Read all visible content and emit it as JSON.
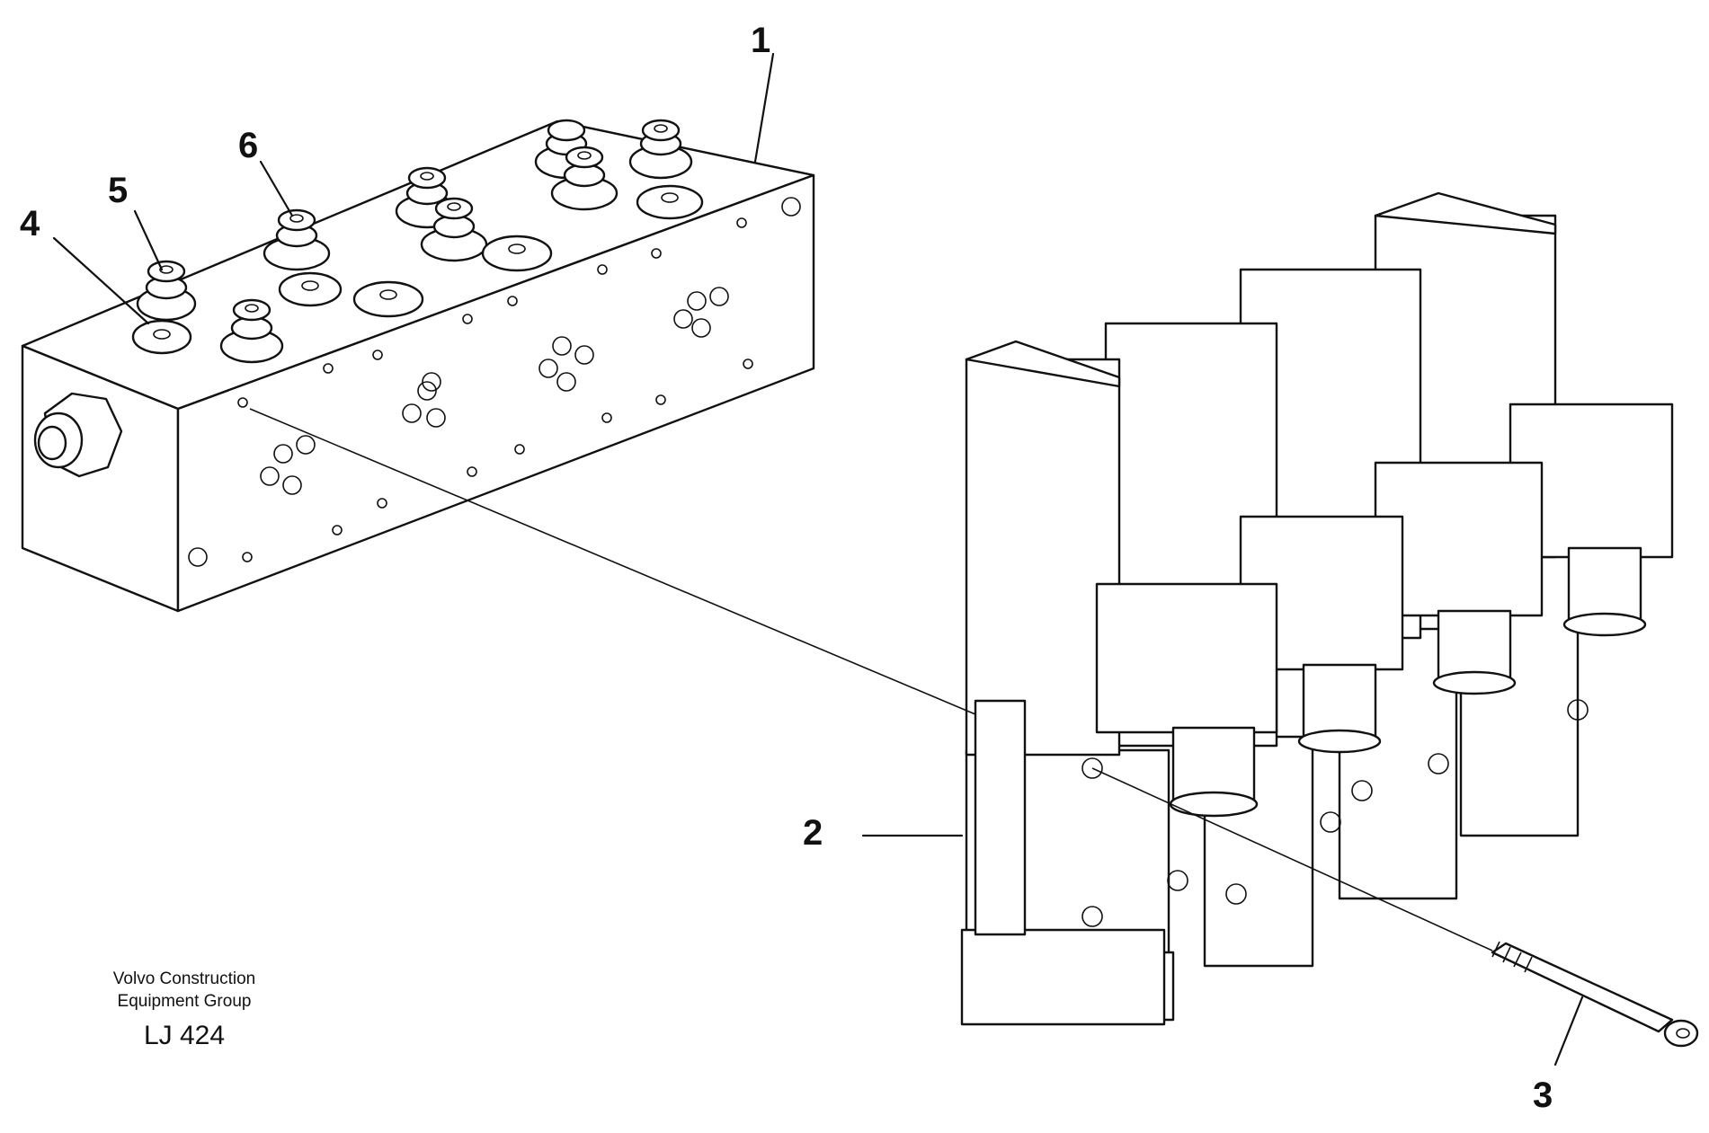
{
  "callouts": [
    {
      "id": "1",
      "text": "1"
    },
    {
      "id": "2",
      "text": "2"
    },
    {
      "id": "3",
      "text": "3"
    },
    {
      "id": "4",
      "text": "4"
    },
    {
      "id": "5",
      "text": "5"
    },
    {
      "id": "6",
      "text": "6"
    }
  ],
  "caption": {
    "line1": "Volvo Construction",
    "line2": "Equipment Group",
    "code": "LJ 424"
  }
}
